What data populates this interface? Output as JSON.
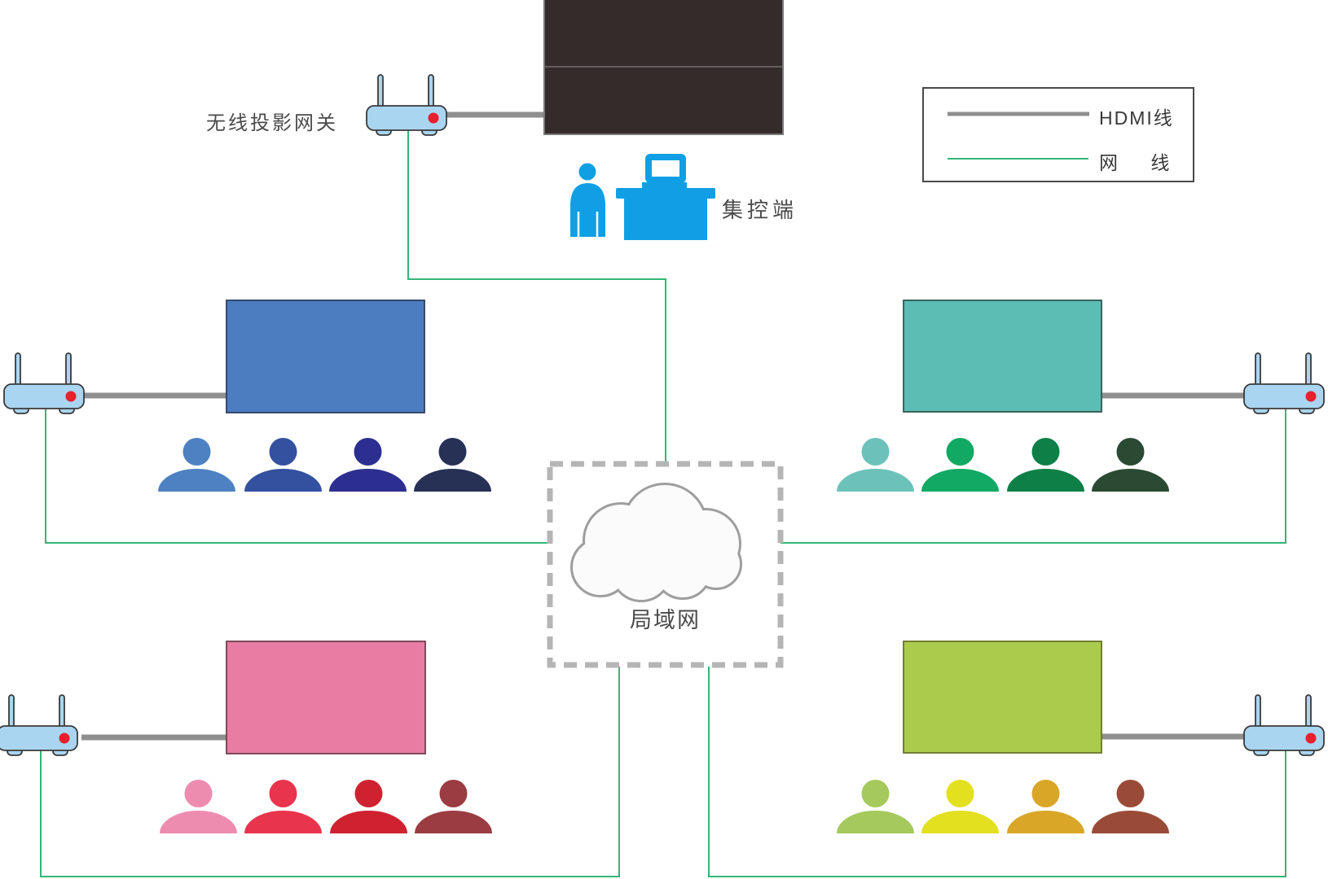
{
  "labels": {
    "gateway": "无线投影网关",
    "control": "集控端",
    "lan": "局域网"
  },
  "legend": {
    "hdmi_label": "HDMI线",
    "net_label": "网 线"
  },
  "icons": {
    "router": "wireless-router-icon",
    "cloud": "lan-cloud-icon",
    "person": "audience-person-icon",
    "operator": "operator-at-control-desk-icon",
    "screen": "display-screen"
  },
  "colors": {
    "net_cable": "#35B578",
    "hdmi_cable": "#8F8F8F",
    "router_body": "#A9D5F1",
    "router_outline": "#3A3A3A",
    "router_led": "#E81F2C",
    "control_blue": "#109FE4",
    "screen_dark": "#342C2B",
    "screen_dark_border": "#787878",
    "screen_dark_divider": "#6F6F6F",
    "cloud_fill": "#FBFBFB",
    "cloud_outline": "#9E9E9E",
    "dashed_border": "#B5B5B5",
    "legend_border": "#4A4A4A",
    "label_text": "#4A4A4A"
  },
  "rooms": [
    {
      "id": "room-blue",
      "screen": "#4C7DC0",
      "screen_border": "#2E3E63",
      "people": [
        "#4E81C2",
        "#33519E",
        "#2D2F90",
        "#273156"
      ]
    },
    {
      "id": "room-teal",
      "screen": "#5CBDB5",
      "screen_border": "#2F5752",
      "people": [
        "#6CC2BB",
        "#12A964",
        "#0D7F47",
        "#2A4A33"
      ]
    },
    {
      "id": "room-pink",
      "screen": "#E87CA2",
      "screen_border": "#71404E",
      "people": [
        "#EE8CB0",
        "#E9344D",
        "#CE2231",
        "#9A3C41"
      ]
    },
    {
      "id": "room-green",
      "screen": "#ABCB4D",
      "screen_border": "#697429",
      "people": [
        "#A5C95C",
        "#E3E020",
        "#D9A627",
        "#9A4B38"
      ]
    }
  ]
}
